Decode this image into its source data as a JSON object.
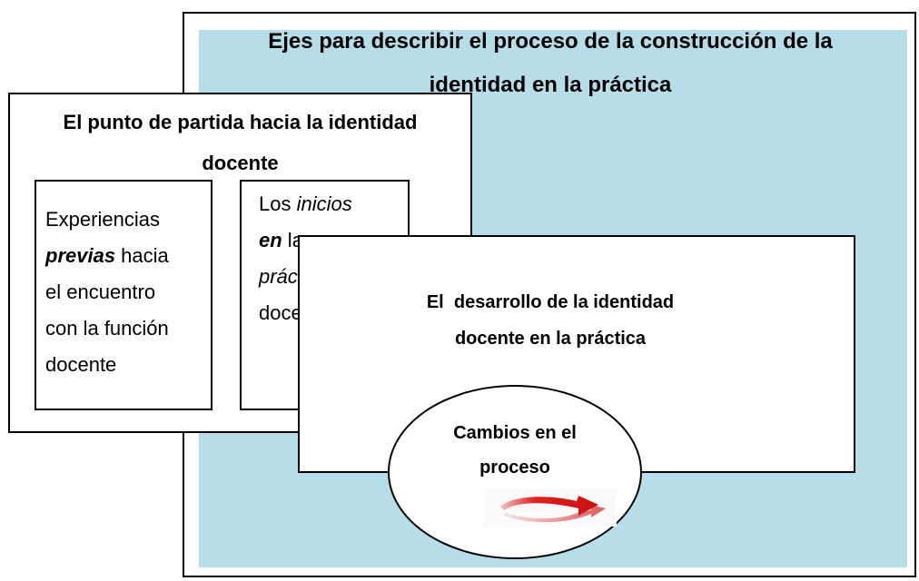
{
  "title": {
    "line1": "Ejes para describir el proceso de la construcción de la",
    "line2": "identidad en la práctica"
  },
  "left_box": {
    "title_line1": "El punto de partida hacia la identidad",
    "title_line2": "docente",
    "sub1": {
      "w1": "Experiencias",
      "w2_bold_italic": "previas",
      "w3": " hacia",
      "w4": "el encuentro",
      "w5": "con la función",
      "w6": "docente"
    },
    "sub2": {
      "w1": "Los ",
      "w2_italic": "inicios",
      "w3_bold_italic": "en",
      "w4": " la",
      "w5_italic": "práctica",
      "w6": "docente"
    }
  },
  "right_box": {
    "title_line1": "El  desarrollo de la identidad",
    "title_line2": "docente en la práctica"
  },
  "ellipse": {
    "line1": "Cambios en el",
    "line2": "proceso"
  },
  "colors": {
    "panel_bg": "#b6dde8",
    "arrow_red": "#e02020"
  },
  "icons": {
    "arrow": "red-swirl-arrow-icon"
  }
}
